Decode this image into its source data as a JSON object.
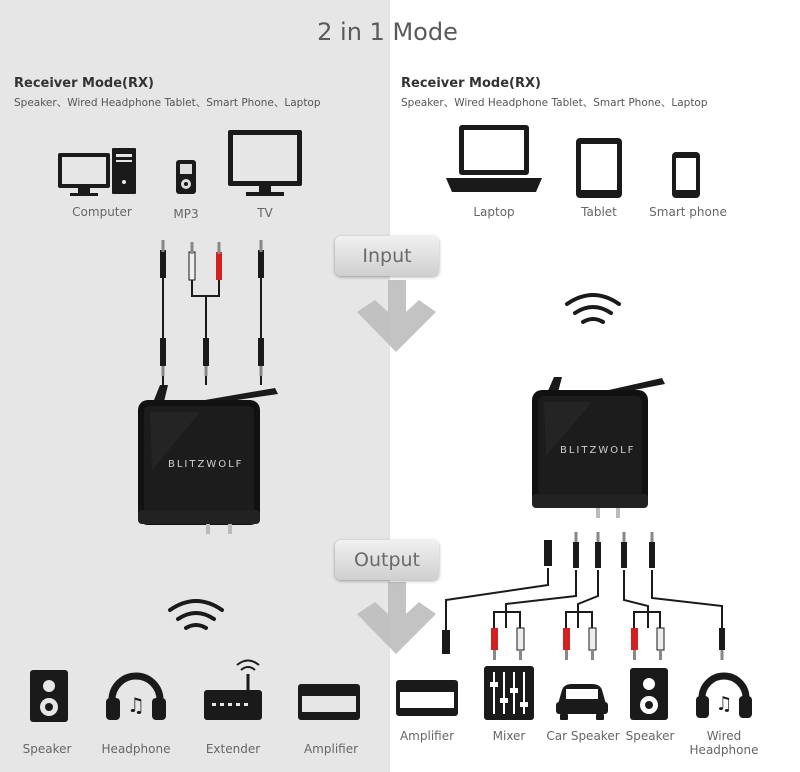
{
  "title": "2 in 1 Mode",
  "left": {
    "mode": "Receiver Mode(RX)",
    "devices_line": "Speaker、Wired Headphone Tablet、Smart Phone、Laptop",
    "inputs": [
      "Computer",
      "MP3",
      "TV"
    ],
    "outputs": [
      "Speaker",
      "Headphone",
      "Extender",
      "Amplifier"
    ]
  },
  "right": {
    "mode": "Receiver Mode(RX)",
    "devices_line": "Speaker、Wired Headphone Tablet、Smart Phone、Laptop",
    "inputs": [
      "Laptop",
      "Tablet",
      "Smart phone"
    ],
    "outputs": [
      "Amplifier",
      "Mixer",
      "Car Speaker",
      "Speaker",
      "Wired",
      "Headphone"
    ]
  },
  "buttons": {
    "input": "Input",
    "output": "Output"
  },
  "brand": "BLITZWOLF",
  "colors": {
    "left_bg": "#e6e6e6",
    "icon": "#1a1a1a",
    "arrow": "#bdbdbd",
    "rca_red": "#d32020"
  }
}
